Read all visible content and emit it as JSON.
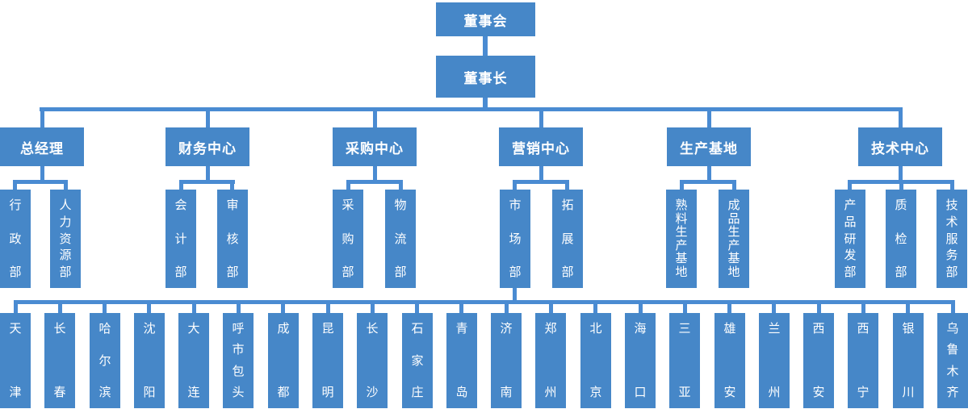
{
  "org_chart": {
    "board": "董事会",
    "chairman": "董事长",
    "divisions": [
      {
        "label": "总经理",
        "departments": [
          "行政部",
          "人力资源部"
        ]
      },
      {
        "label": "财务中心",
        "departments": [
          "会计部",
          "审核部"
        ]
      },
      {
        "label": "采购中心",
        "departments": [
          "采购部",
          "物流部"
        ]
      },
      {
        "label": "营销中心",
        "departments": [
          "市场部",
          "拓展部"
        ]
      },
      {
        "label": "生产基地",
        "departments": [
          "熟料生产基地",
          "成品生产基地"
        ]
      },
      {
        "label": "技术中心",
        "departments": [
          "产品研发部",
          "质检部",
          "技术服务部"
        ]
      }
    ],
    "branch_offices": [
      "天津",
      "长春",
      "哈尔滨",
      "沈阳",
      "大连",
      "呼市包头",
      "成都",
      "昆明",
      "长沙",
      "石家庄",
      "青岛",
      "济南",
      "郑州",
      "北京",
      "海口",
      "三亚",
      "雄安",
      "兰州",
      "西安",
      "西宁",
      "银川",
      "乌鲁木齐"
    ],
    "colors": {
      "node_fill": "#4687c8",
      "connector": "#4a8bd2",
      "text": "#ffffff"
    }
  }
}
